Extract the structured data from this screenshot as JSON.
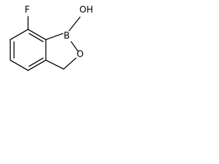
{
  "molecule": {
    "atoms": {
      "fluorine": "F",
      "hydroxyl": "OH",
      "boron": "B",
      "ring_oxygen": "O"
    }
  }
}
